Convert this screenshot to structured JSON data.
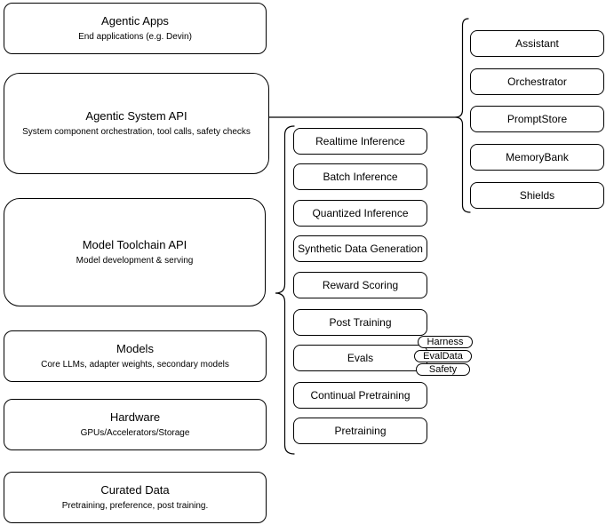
{
  "left_column": [
    {
      "title": "Agentic Apps",
      "subtitle": "End applications (e.g. Devin)"
    },
    {
      "title": "Agentic System API",
      "subtitle": "System component orchestration, tool calls, safety checks"
    },
    {
      "title": "Model Toolchain API",
      "subtitle": "Model development & serving"
    },
    {
      "title": "Models",
      "subtitle": "Core LLMs, adapter weights, secondary models"
    },
    {
      "title": "Hardware",
      "subtitle": "GPUs/Accelerators/Storage"
    },
    {
      "title": "Curated Data",
      "subtitle": "Pretraining, preference, post training."
    }
  ],
  "toolchain_items": [
    "Realtime Inference",
    "Batch Inference",
    "Quantized Inference",
    "Synthetic Data Generation",
    "Reward Scoring",
    "Post Training",
    "Evals",
    "Continual Pretraining",
    "Pretraining"
  ],
  "evals_tags": [
    "Harness",
    "EvalData",
    "Safety"
  ],
  "system_components": [
    "Assistant",
    "Orchestrator",
    "PromptStore",
    "MemoryBank",
    "Shields"
  ],
  "colors": {
    "stroke": "#000000",
    "fill": "#ffffff",
    "text": "#000000"
  }
}
